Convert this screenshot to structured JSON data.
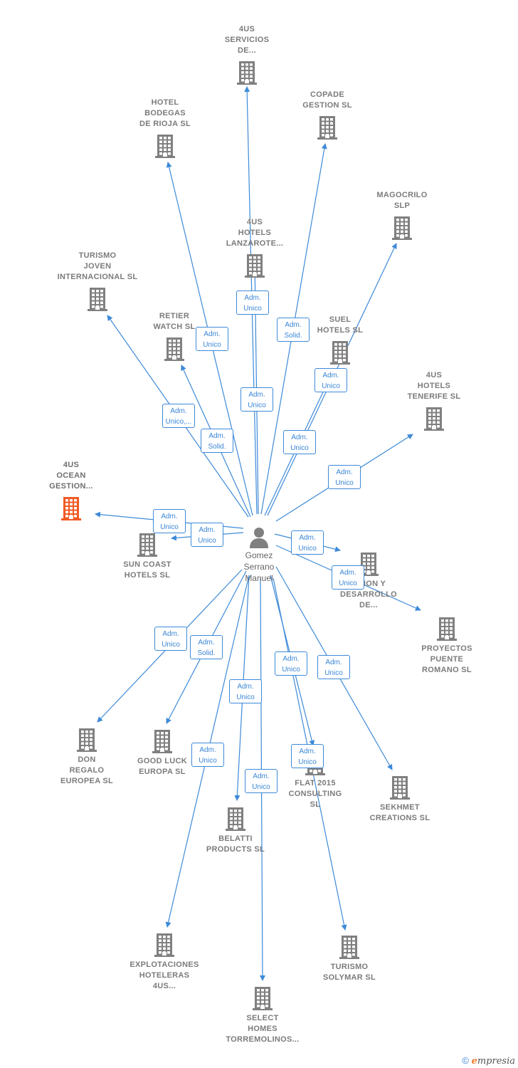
{
  "center": {
    "name": "Gomez\nSerrano\nManuel"
  },
  "colors": {
    "edge": "#3d8ad8",
    "building": "#808080",
    "highlight": "#f05a24"
  },
  "companies": [
    {
      "id": "c1",
      "name": "4US\nSERVICIOS\nDE...",
      "highlight": false
    },
    {
      "id": "c2",
      "name": "COPADE\nGESTION SL",
      "highlight": false
    },
    {
      "id": "c3",
      "name": "HOTEL\nBODEGAS\nDE RIOJA  SL",
      "highlight": false
    },
    {
      "id": "c4",
      "name": "MAGOCRILO\nSLP",
      "highlight": false
    },
    {
      "id": "c5",
      "name": "4US\nHOTELS\nLANZAROTE...",
      "highlight": false
    },
    {
      "id": "c6",
      "name": "TURISMO\nJOVEN\nINTERNACIONAL SL",
      "highlight": false
    },
    {
      "id": "c7",
      "name": "RETIER\nWATCH SL",
      "highlight": false
    },
    {
      "id": "c8",
      "name": "SUEL\nHOTELS  SL",
      "highlight": false
    },
    {
      "id": "c9",
      "name": "4US\nHOTELS\nTENERIFE  SL",
      "highlight": false
    },
    {
      "id": "c10",
      "name": "4US\nOCEAN\nGESTION...",
      "highlight": true
    },
    {
      "id": "c11",
      "name": "SUN COAST\nHOTELS  SL",
      "highlight": false
    },
    {
      "id": "c12",
      "name": "...TION Y\nDESARROLLO\nDE...",
      "highlight": false
    },
    {
      "id": "c13",
      "name": "PROYECTOS\nPUENTE\nROMANO  SL",
      "highlight": false
    },
    {
      "id": "c14",
      "name": "DON\nREGALO\nEUROPEA SL",
      "highlight": false
    },
    {
      "id": "c15",
      "name": "GOOD LUCK\nEUROPA SL",
      "highlight": false
    },
    {
      "id": "c16",
      "name": "FLAT 2015\nCONSULTING\nSL",
      "highlight": false
    },
    {
      "id": "c17",
      "name": "SEKHMET\nCREATIONS SL",
      "highlight": false
    },
    {
      "id": "c18",
      "name": "BELATTI\nPRODUCTS  SL",
      "highlight": false
    },
    {
      "id": "c19",
      "name": "EXPLOTACIONES\nHOTELERAS\n4US...",
      "highlight": false
    },
    {
      "id": "c20",
      "name": "TURISMO\nSOLYMAR  SL",
      "highlight": false
    },
    {
      "id": "c21",
      "name": "SELECT\nHOMES\nTORREMOLINOS...",
      "highlight": false
    }
  ],
  "edges": [
    {
      "to": "c1",
      "role": "Adm.\nUnico"
    },
    {
      "to": "c2",
      "role": "Adm.\nSolid."
    },
    {
      "to": "c3",
      "role": "Adm.\nUnico"
    },
    {
      "to": "c4",
      "role": "Adm.\nUnico"
    },
    {
      "to": "c5",
      "role": "Adm.\nUnico"
    },
    {
      "to": "c6",
      "role": "Adm.\nUnico,..."
    },
    {
      "to": "c7",
      "role": "Adm.\nSolid."
    },
    {
      "to": "c8",
      "role": "Adm.\nUnico"
    },
    {
      "to": "c9",
      "role": "Adm.\nUnico"
    },
    {
      "to": "c10",
      "role": "Adm.\nUnico"
    },
    {
      "to": "c11",
      "role": "Adm.\nUnico"
    },
    {
      "to": "c12",
      "role": "Adm.\nUnico"
    },
    {
      "to": "c13",
      "role": "Adm.\nUnico"
    },
    {
      "to": "c14",
      "role": "Adm.\nUnico"
    },
    {
      "to": "c15",
      "role": "Adm.\nSolid."
    },
    {
      "to": "c16",
      "role": "Adm.\nUnico"
    },
    {
      "to": "c17",
      "role": "Adm.\nUnico"
    },
    {
      "to": "c18",
      "role": "Adm.\nUnico"
    },
    {
      "to": "c19",
      "role": "Adm.\nUnico"
    },
    {
      "to": "c20",
      "role": "Adm.\nUnico"
    },
    {
      "to": "c21",
      "role": "Adm.\nUnico"
    }
  ],
  "footer": {
    "copyright": "©",
    "brand_initial": "e",
    "brand_rest": "mpresia"
  }
}
